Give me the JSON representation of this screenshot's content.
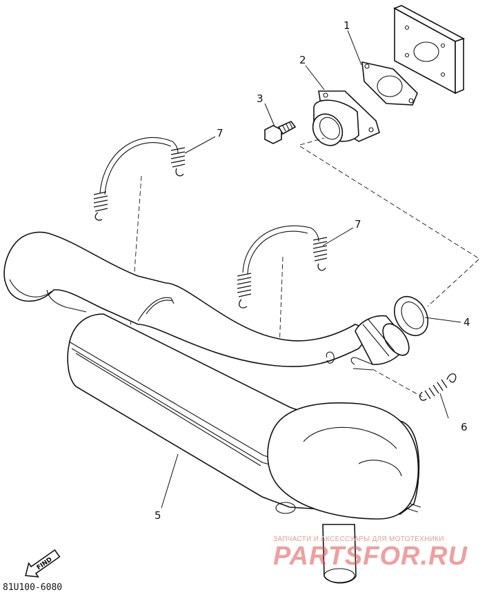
{
  "diagram": {
    "callouts": [
      {
        "id": "1",
        "label": "1"
      },
      {
        "id": "2",
        "label": "2"
      },
      {
        "id": "3",
        "label": "3"
      },
      {
        "id": "4",
        "label": "4"
      },
      {
        "id": "5",
        "label": "5"
      },
      {
        "id": "6",
        "label": "6"
      },
      {
        "id": "7a",
        "label": "7"
      },
      {
        "id": "7b",
        "label": "7"
      }
    ],
    "find_label": "FIND",
    "drawing_code": "81U100-6080"
  },
  "watermark": {
    "tagline": "ЗАПЧАСТИ И АКСЕССУАРЫ ДЛЯ МОТОТЕХНИКИ",
    "brand": "PARTSFOR.RU",
    "color": "#e05050"
  }
}
